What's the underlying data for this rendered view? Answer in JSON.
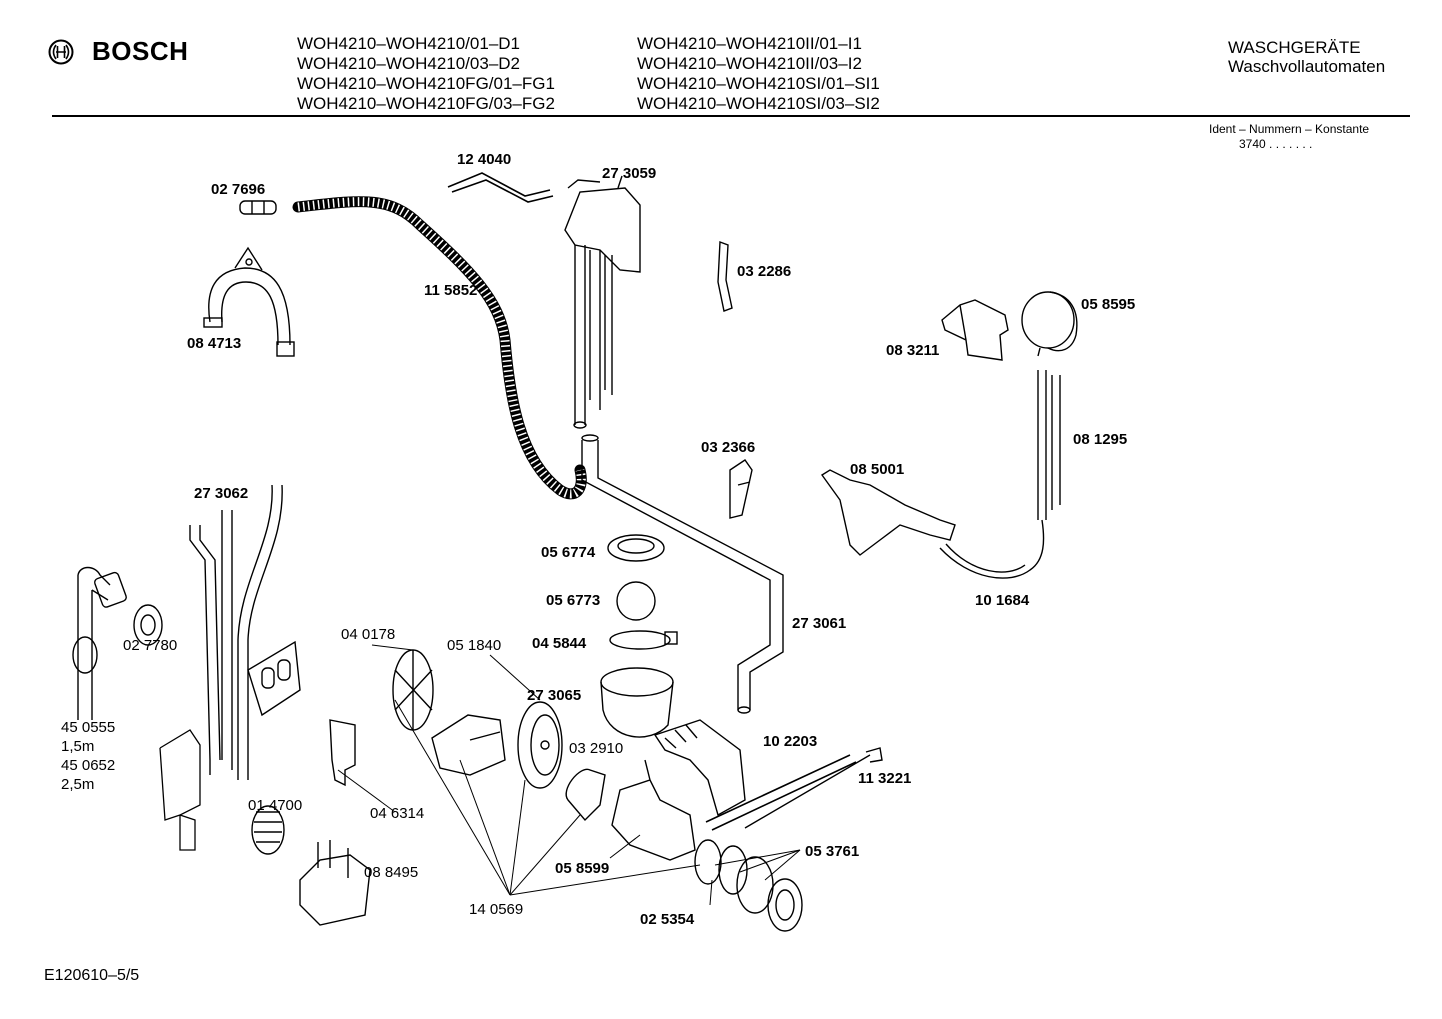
{
  "header": {
    "brand": "BOSCH",
    "models_left": [
      "WOH4210–WOH4210/01–D1",
      "WOH4210–WOH4210/03–D2",
      "WOH4210–WOH4210FG/01–FG1",
      "WOH4210–WOH4210FG/03–FG2"
    ],
    "models_right": [
      "WOH4210–WOH4210II/01–I1",
      "WOH4210–WOH4210II/03–I2",
      "WOH4210–WOH4210SI/01–SI1",
      "WOH4210–WOH4210SI/03–SI2"
    ],
    "category": "WASCHGERÄTE",
    "subcategory": "Waschvollautomaten"
  },
  "ident": {
    "label": "Ident – Nummern – Konstante",
    "value": "3740 . . .  . . . ."
  },
  "parts": {
    "p124040": "12 4040",
    "p273059": "27 3059",
    "p027696": "02 7696",
    "p115852": "11 5852",
    "p032286": "03 2286",
    "p058595": "05 8595",
    "p083211": "08 3211",
    "p084713": "08 4713",
    "p081295": "08 1295",
    "p032366": "03 2366",
    "p085001": "08 5001",
    "p273062": "27 3062",
    "p056774": "05 6774",
    "p056773": "05 6773",
    "p045844": "04 5844",
    "p101684": "10 1684",
    "p027780": "02 7780",
    "p040178": "04 0178",
    "p051840": "05 1840",
    "p273061": "27 3061",
    "p273065": "27 3065",
    "p450555": "45 0555",
    "len1": "1,5m",
    "p450652": "45 0652",
    "len2": "2,5m",
    "p032910": "03 2910",
    "p102203": "10 2203",
    "p113221": "11 3221",
    "p014700": "01 4700",
    "p046314": "04 6314",
    "p053761": "05 3761",
    "p058599": "05 8599",
    "p088495": "08 8495",
    "p140569": "14 0569",
    "p025354": "02 5354"
  },
  "footer": {
    "code": "E120610–5/5"
  }
}
